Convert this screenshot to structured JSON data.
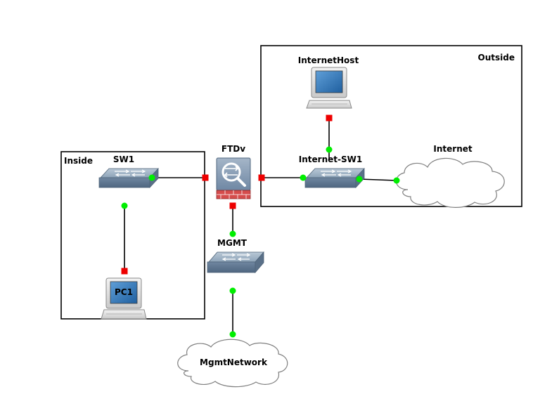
{
  "colors": {
    "link": "#000000",
    "port_up": "#00ee00",
    "port_down": "#ee0000",
    "zone_border": "#000000",
    "switch_body": "#7f95ab",
    "firewall_brick": "#d54c4c",
    "cloud_fill": "#ffffff"
  },
  "zones": {
    "inside": {
      "label": "Inside"
    },
    "outside": {
      "label": "Outside"
    }
  },
  "nodes": {
    "sw1": {
      "label": "SW1",
      "icon": "switch-icon"
    },
    "ftdv": {
      "label": "FTDv",
      "icon": "firewall-icon"
    },
    "internet_sw1": {
      "label": "Internet-SW1",
      "icon": "switch-icon"
    },
    "internet": {
      "label": "Internet",
      "icon": "cloud-icon"
    },
    "internet_host": {
      "label": "InternetHost",
      "icon": "computer-icon"
    },
    "mgmt": {
      "label": "MGMT",
      "icon": "switch-icon"
    },
    "pc1": {
      "label": "PC1",
      "icon": "computer-icon"
    },
    "mgmt_network": {
      "label": "MgmtNetwork",
      "icon": "cloud-icon"
    }
  },
  "links": [
    {
      "from": "sw1",
      "to": "ftdv",
      "from_status": "up",
      "to_status": "down"
    },
    {
      "from": "ftdv",
      "to": "internet_sw1",
      "from_status": "down",
      "to_status": "up"
    },
    {
      "from": "internet_sw1",
      "to": "internet",
      "from_status": "up",
      "to_status": "up"
    },
    {
      "from": "internet_host",
      "to": "internet_sw1",
      "from_status": "down",
      "to_status": "up"
    },
    {
      "from": "sw1",
      "to": "pc1",
      "from_status": "up",
      "to_status": "down"
    },
    {
      "from": "ftdv",
      "to": "mgmt",
      "from_status": "down",
      "to_status": "up"
    },
    {
      "from": "mgmt",
      "to": "mgmt_network",
      "from_status": "up",
      "to_status": "up"
    }
  ]
}
